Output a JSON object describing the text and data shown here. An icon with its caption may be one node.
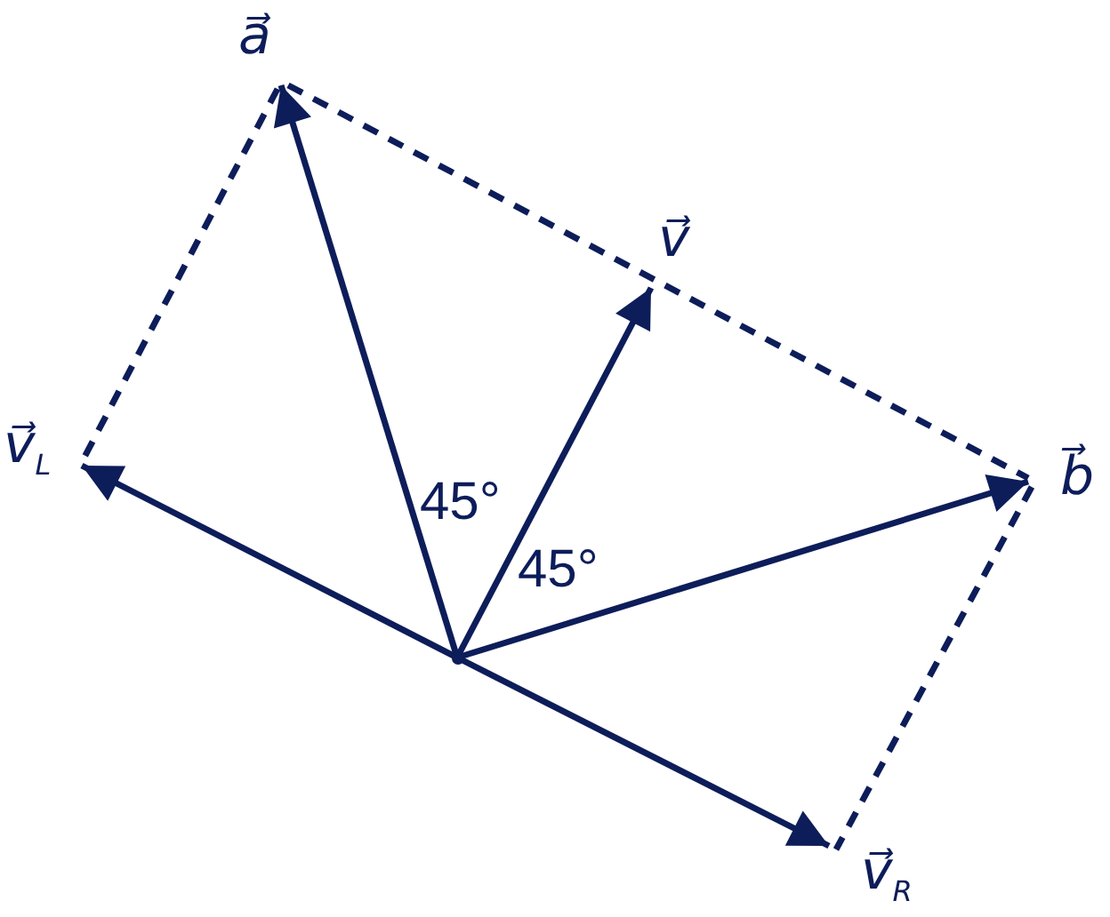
{
  "diagram": {
    "nodes": [
      {
        "text": [],
        "shape": "point"
      },
      {
        "text": [
          "a⃗"
        ]
      },
      {
        "text": [
          "v⃗"
        ]
      },
      {
        "text": [
          "b⃗"
        ]
      },
      {
        "text": [
          "v⃗$_{L}$"
        ]
      },
      {
        "text": [
          "v⃗$_{R}$"
        ]
      }
    ],
    "edges": [
      {
        "from": 0,
        "to": 1,
        "arrow": "to"
      },
      {
        "from": 0,
        "to": 2,
        "arrow": "to"
      },
      {
        "from": 0,
        "to": 3,
        "arrow": "to"
      },
      {
        "from": 0,
        "to": 4,
        "arrow": "to"
      },
      {
        "from": 0,
        "to": 5,
        "arrow": "to"
      },
      {
        "from": 1,
        "to": 4,
        "arrow": "none",
        "style": "dashed"
      },
      {
        "from": 1,
        "to": 3,
        "arrow": "none",
        "style": "dashed"
      },
      {
        "from": 3,
        "to": 5,
        "arrow": "none",
        "style": "dashed"
      }
    ],
    "labels": [
      "45°",
      "45°"
    ]
  }
}
